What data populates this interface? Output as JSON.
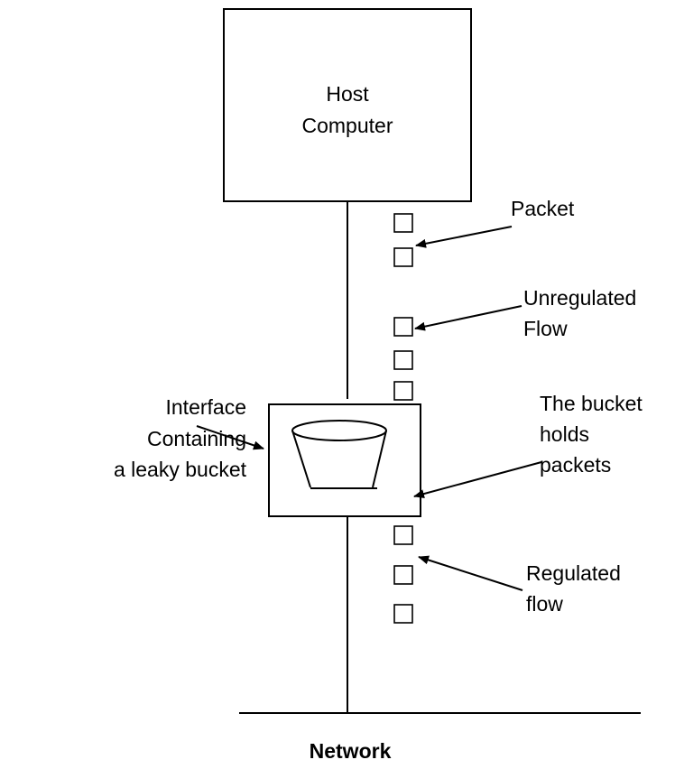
{
  "host": {
    "line1": "Host",
    "line2": "Computer"
  },
  "labels": {
    "packet": "Packet",
    "unregulated_1": "Unregulated",
    "unregulated_2": "Flow",
    "interface_1": "Interface",
    "interface_2": "Containing",
    "interface_3": "a leaky bucket",
    "bucket_1": "The bucket",
    "bucket_2": "holds",
    "bucket_3": "packets",
    "regulated_1": "Regulated",
    "regulated_2": "flow",
    "network": "Network"
  }
}
